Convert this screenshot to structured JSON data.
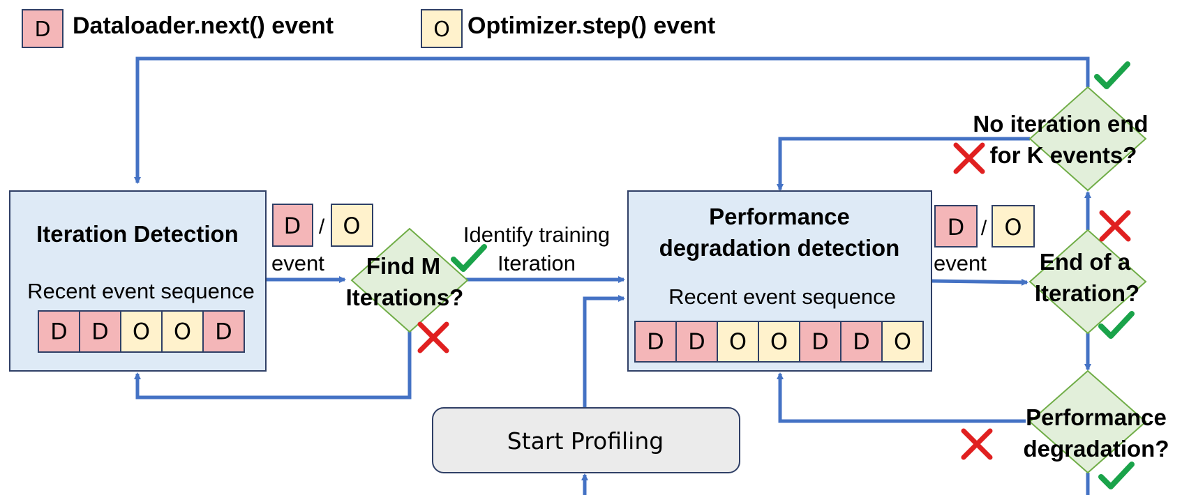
{
  "legend": {
    "d_letter": "D",
    "d_text": "Dataloader.next() event",
    "o_letter": "O",
    "o_text": "Optimizer.step() event"
  },
  "iteration_detection": {
    "title": "Iteration Detection",
    "recent_label": "Recent event sequence",
    "sequence": [
      "D",
      "D",
      "O",
      "O",
      "D"
    ]
  },
  "event_input_1": {
    "d": "D",
    "slash": "/",
    "o": "O",
    "label": "event"
  },
  "find_m": {
    "line1": "Find M",
    "line2": "Iterations?"
  },
  "identify": {
    "line1": "Identify training",
    "line2": "Iteration"
  },
  "perf_detection": {
    "title_line1": "Performance",
    "title_line2": "degradation detection",
    "recent_label": "Recent event sequence",
    "sequence": [
      "D",
      "D",
      "O",
      "O",
      "D",
      "D",
      "O"
    ]
  },
  "event_input_2": {
    "d": "D",
    "slash": "/",
    "o": "O",
    "label": "event"
  },
  "end_iter": {
    "line1": "End of a",
    "line2": "Iteration?"
  },
  "no_iter_end": {
    "line1": "No iteration end",
    "line2": "for K events?"
  },
  "perf_degradation": {
    "line1": "Performance",
    "line2": "degradation?"
  },
  "start_profiling": {
    "label": "Start Profiling"
  },
  "colors": {
    "arrow": "#4472c4",
    "d_fill": "#f4b6b8",
    "o_fill": "#fff2cc",
    "panel_fill": "#deeaf6",
    "panel_stroke": "#2f3f66",
    "diamond_fill": "#e2efda",
    "diamond_stroke": "#70ad47",
    "check": "#1aa34a",
    "cross": "#e02020",
    "start_fill": "#ebebeb"
  }
}
